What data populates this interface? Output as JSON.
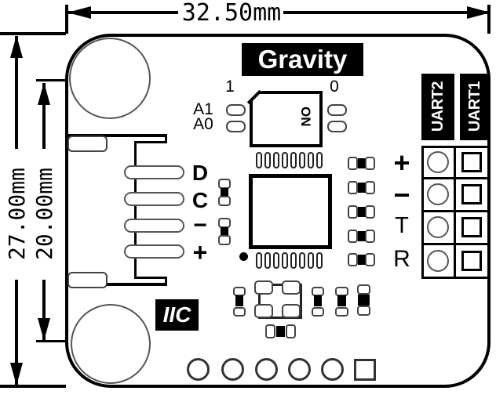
{
  "dimensions": {
    "width": "32.50mm",
    "height_outer": "27.00mm",
    "height_inner": "20.00mm"
  },
  "branding": {
    "logo": "Gravity",
    "interface_label": "IIC"
  },
  "dip_switch": {
    "on_label": "ON",
    "pos_left": "1",
    "pos_right": "0",
    "row_labels": [
      "A1",
      "A0"
    ]
  },
  "left_connector": {
    "pins": [
      "D",
      "C",
      "−",
      "+"
    ]
  },
  "right_terminal": {
    "port_labels": [
      "UART2",
      "UART1"
    ],
    "pins": [
      "+",
      "−",
      "T",
      "R"
    ]
  }
}
